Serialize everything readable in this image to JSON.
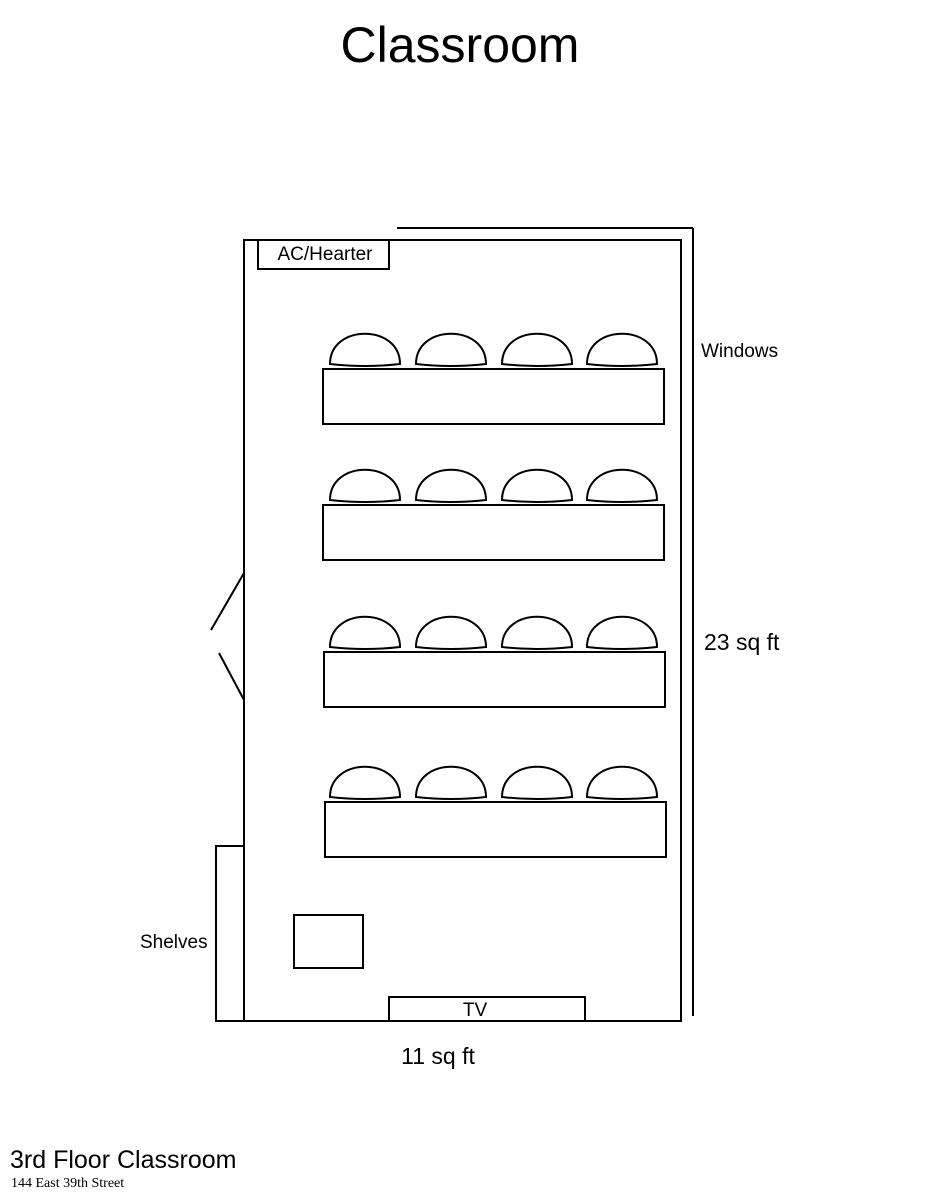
{
  "title": "Classroom",
  "labels": {
    "ac_heater": "AC/Hearter",
    "windows": "Windows",
    "side_dimension": "23 sq ft",
    "bottom_dimension": "11 sq ft",
    "shelves": "Shelves",
    "tv": "TV"
  },
  "footer": {
    "name": "3rd Floor Classroom",
    "address": "144 East 39th Street"
  },
  "layout": {
    "rows": 4,
    "chairs_per_row": 4
  },
  "colors": {
    "line": "#000000",
    "background": "#ffffff"
  }
}
